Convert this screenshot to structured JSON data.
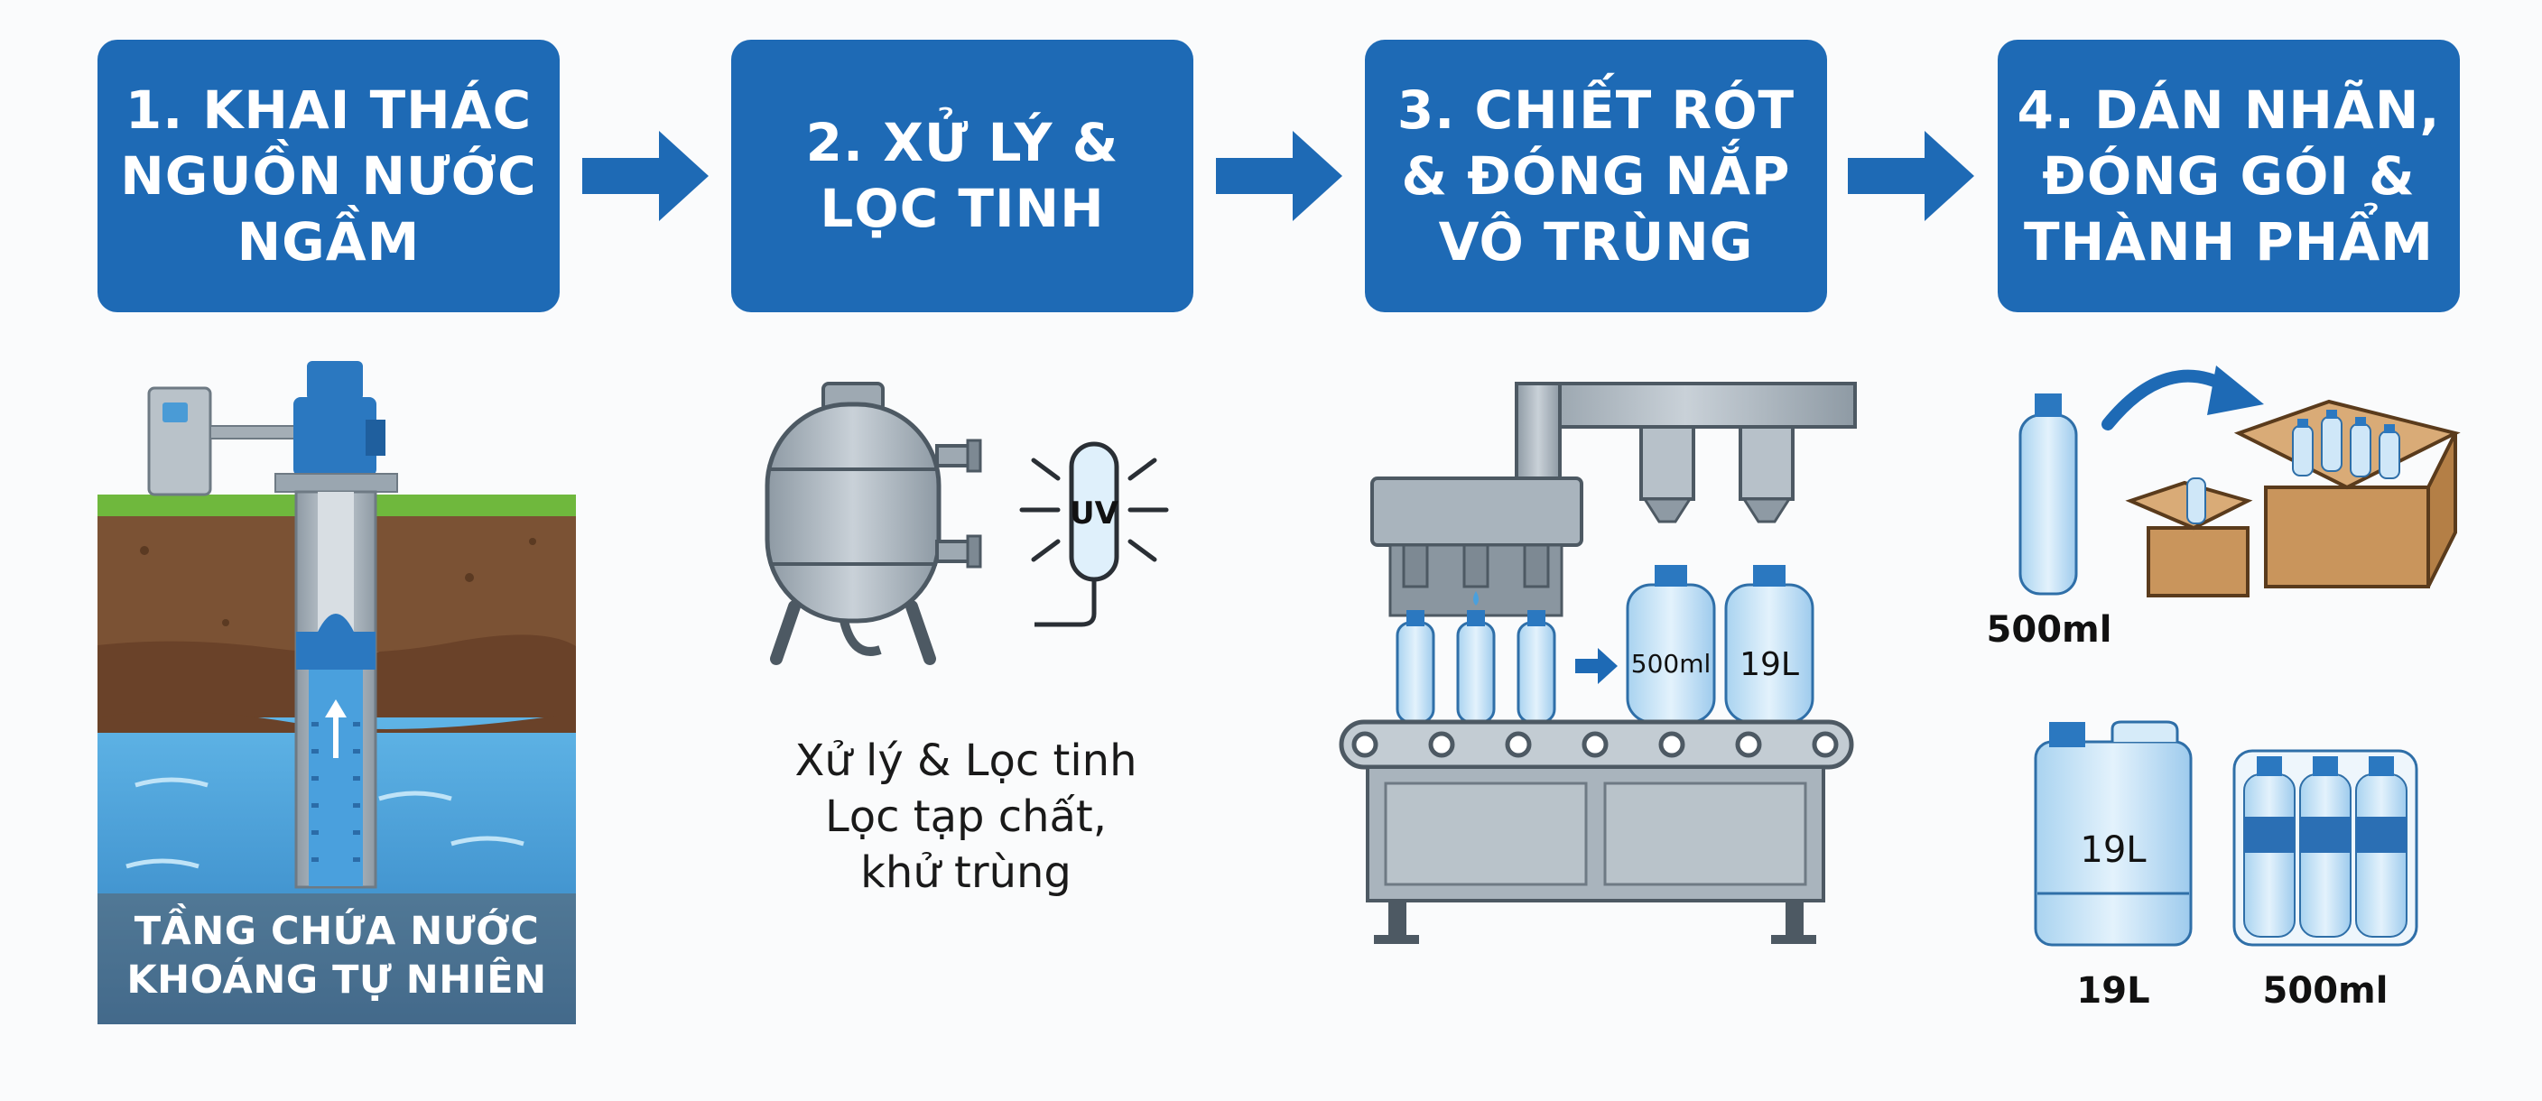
{
  "steps": [
    {
      "title": "1. KHAI THÁC\nNGUỒN NƯỚC\nNGẦM"
    },
    {
      "title": "2. XỬ LÝ &\nLỌC TINH"
    },
    {
      "title": "3. CHIẾT RÓT\n& ĐÓNG NẮP\nVÔ TRÙNG"
    },
    {
      "title": "4. DÁN NHÃN,\nĐÓNG GÓI &\nTHÀNH PHẨM"
    }
  ],
  "well": {
    "aquifer_label": "TẦNG CHỨA NƯỚC\nKHOÁNG TỰ NHIÊN"
  },
  "filtration": {
    "uv_label": "UV",
    "caption": "Xử lý & Lọc tinh\nLọc tạp chất,\nkhử trùng"
  },
  "filling": {
    "bottle_label_1": "500ml",
    "bottle_label_2": "19L"
  },
  "packaging": {
    "bottle_small_label": "500ml",
    "jug_label": "19L",
    "jug_caption": "19L",
    "pack_caption": "500ml"
  },
  "colors": {
    "step_box": "#1e6ab5",
    "arrow": "#1e6ab5",
    "water": "#56a8dc",
    "soil": "#7a4f33",
    "grass": "#6fb83d",
    "machine": "#9aa6b0",
    "cardboard": "#c9955c"
  }
}
